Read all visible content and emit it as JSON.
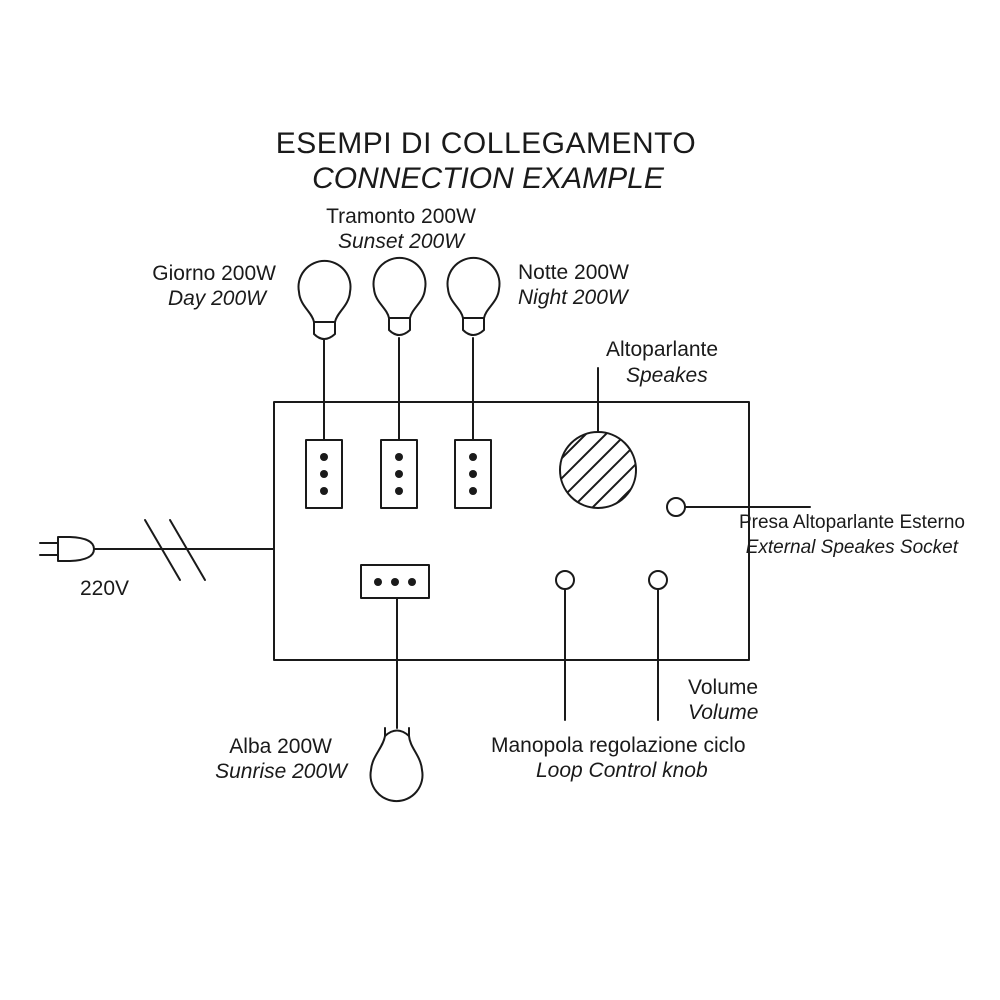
{
  "title": "ESEMPI DI COLLEGAMENTO",
  "subtitle": "CONNECTION EXAMPLE",
  "lamps": {
    "tramonto": {
      "it": "Tramonto 200W",
      "en": "Sunset 200W"
    },
    "giorno": {
      "it": "Giorno 200W",
      "en": "Day 200W"
    },
    "notte": {
      "it": "Notte 200W",
      "en": "Night 200W"
    },
    "alba": {
      "it": "Alba 200W",
      "en": "Sunrise 200W"
    }
  },
  "speaker": {
    "it": "Altoparlante",
    "en": "Speakes"
  },
  "external_socket": {
    "it": "Presa Altoparlante Esterno",
    "en": "External Speakes Socket"
  },
  "power": {
    "voltage": "220V"
  },
  "volume": {
    "it": "Volume",
    "en": "Volume"
  },
  "loop_knob": {
    "it": "Manopola regolazione ciclo",
    "en": "Loop Control knob"
  },
  "colors": {
    "ink": "#1a1a1a",
    "background": "#ffffff"
  }
}
